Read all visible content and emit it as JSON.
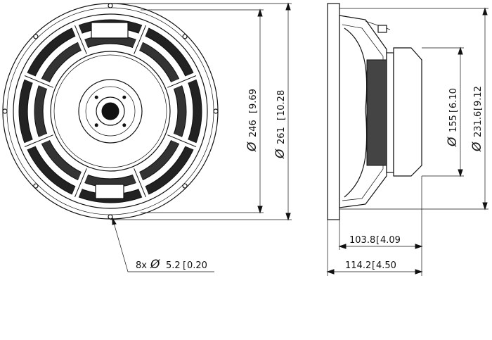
{
  "dimensions": {
    "baffle_cutout": {
      "symbol": "Ø",
      "mm": "246",
      "inch": "9.69"
    },
    "outer_diameter": {
      "symbol": "Ø",
      "mm": "261",
      "inch": "10.28"
    },
    "magnet_diameter": {
      "symbol": "Ø",
      "mm": "155",
      "inch": "6.10"
    },
    "basket_diameter": {
      "symbol": "Ø",
      "mm": "231.6",
      "inch": "9.12"
    },
    "depth_basket": {
      "mm": "103.8",
      "inch": "4.09"
    },
    "depth_total": {
      "mm": "114.2",
      "inch": "4.50"
    },
    "mounting_holes": {
      "count": "8x",
      "symbol": "Ø",
      "mm": "5.2",
      "inch": "0.20"
    }
  }
}
